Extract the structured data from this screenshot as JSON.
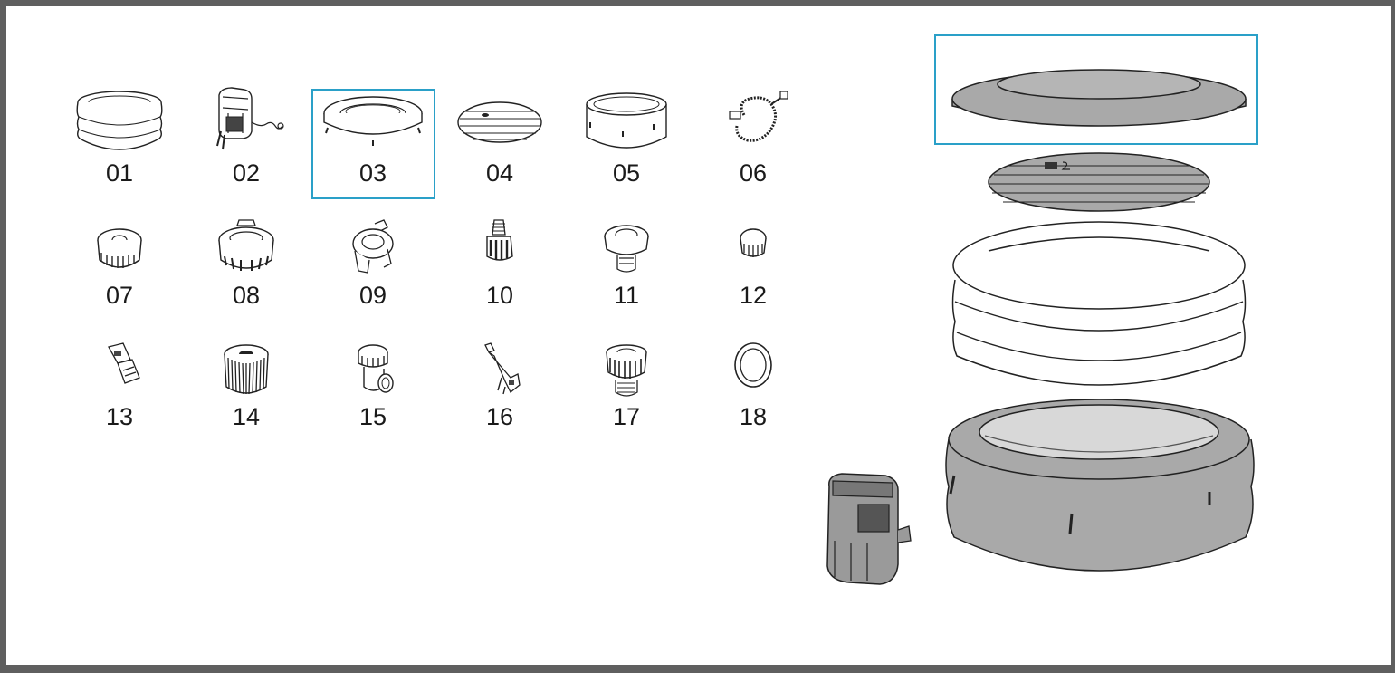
{
  "parts": [
    {
      "id": "01",
      "icon": "spa-tub-icon"
    },
    {
      "id": "02",
      "icon": "pump-unit-icon"
    },
    {
      "id": "03",
      "icon": "cover-ring-icon",
      "selected": true
    },
    {
      "id": "04",
      "icon": "ground-cloth-icon"
    },
    {
      "id": "05",
      "icon": "tub-body-icon"
    },
    {
      "id": "06",
      "icon": "hose-icon"
    },
    {
      "id": "07",
      "icon": "drain-cap-icon"
    },
    {
      "id": "08",
      "icon": "valve-cap-icon"
    },
    {
      "id": "09",
      "icon": "connector-icon"
    },
    {
      "id": "10",
      "icon": "hose-adapter-icon"
    },
    {
      "id": "11",
      "icon": "air-valve-icon"
    },
    {
      "id": "12",
      "icon": "small-cap-icon"
    },
    {
      "id": "13",
      "icon": "buckle-icon"
    },
    {
      "id": "14",
      "icon": "filter-cartridge-icon"
    },
    {
      "id": "15",
      "icon": "filter-housing-icon"
    },
    {
      "id": "16",
      "icon": "wrench-icon"
    },
    {
      "id": "17",
      "icon": "threaded-valve-icon"
    },
    {
      "id": "18",
      "icon": "o-ring-icon"
    }
  ],
  "colors": {
    "selection": "#2aa0c8",
    "outline": "#222222",
    "fill_gray": "#a9a9a9",
    "frame": "#5f5f5f"
  }
}
